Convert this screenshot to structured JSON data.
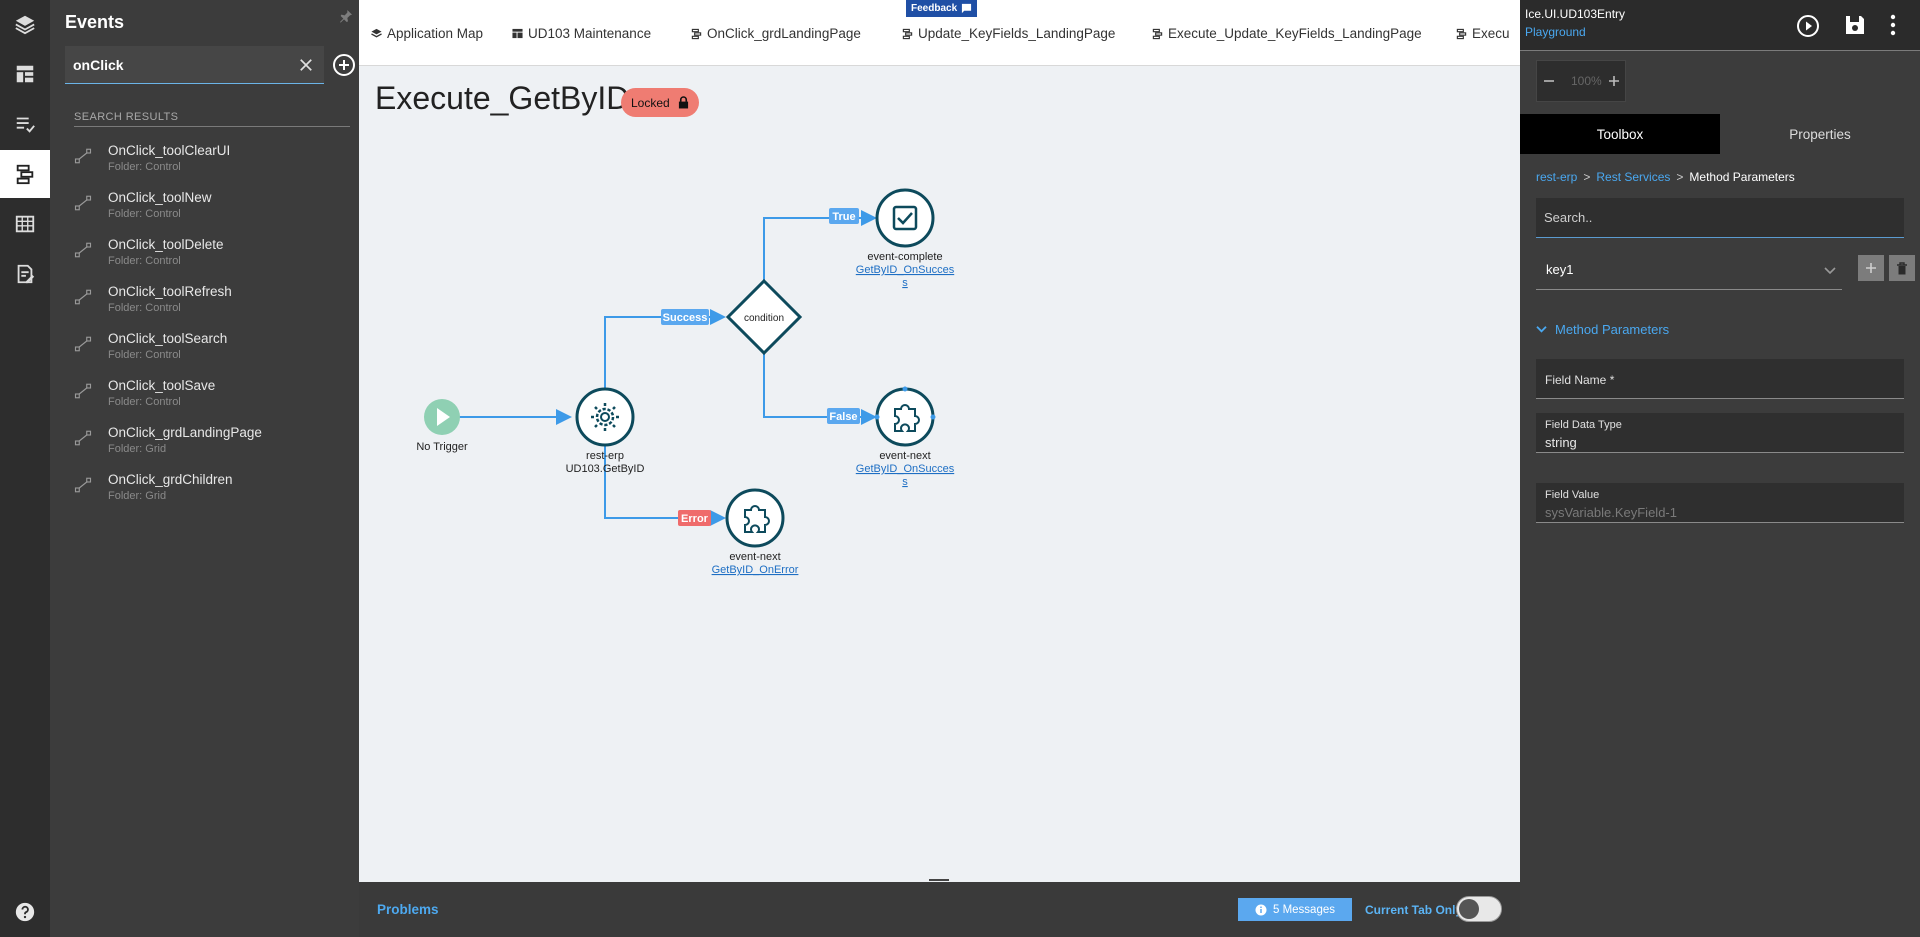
{
  "left_panel": {
    "title": "Events",
    "search_value": "onClick",
    "section_label": "SEARCH RESULTS",
    "results": [
      {
        "name": "OnClick_toolClearUI",
        "folder": "Folder: Control"
      },
      {
        "name": "OnClick_toolNew",
        "folder": "Folder: Control"
      },
      {
        "name": "OnClick_toolDelete",
        "folder": "Folder: Control"
      },
      {
        "name": "OnClick_toolRefresh",
        "folder": "Folder: Control"
      },
      {
        "name": "OnClick_toolSearch",
        "folder": "Folder: Control"
      },
      {
        "name": "OnClick_toolSave",
        "folder": "Folder: Control"
      },
      {
        "name": "OnClick_grdLandingPage",
        "folder": "Folder: Grid"
      },
      {
        "name": "OnClick_grdChildren",
        "folder": "Folder: Grid"
      }
    ]
  },
  "rail": {
    "icons": [
      "layers-icon",
      "layout-icon",
      "list-check-icon",
      "events-icon",
      "table-icon",
      "document-edit-icon"
    ],
    "active": "events-icon",
    "help_icon": "help-icon"
  },
  "tabs": [
    {
      "label": "Application Map",
      "icon": "layers-icon"
    },
    {
      "label": "UD103 Maintenance",
      "icon": "layout-icon"
    },
    {
      "label": "OnClick_grdLandingPage",
      "icon": "events-icon"
    },
    {
      "label": "Update_KeyFields_LandingPage",
      "icon": "events-icon"
    },
    {
      "label": "Execute_Update_KeyFields_LandingPage",
      "icon": "events-icon"
    },
    {
      "label": "Execu",
      "icon": "events-icon"
    }
  ],
  "feedback_label": "Feedback",
  "canvas": {
    "title": "Execute_GetByID",
    "locked_label": "Locked",
    "nodes": {
      "trigger": {
        "label": "No Trigger"
      },
      "rest": {
        "label": "rest-erp",
        "sublabel": "UD103.GetByID"
      },
      "condition": {
        "label": "condition"
      },
      "complete": {
        "label": "event-complete",
        "link1": "GetByID_OnSucces",
        "link2": "s"
      },
      "next_success": {
        "label": "event-next",
        "link1": "GetByID_OnSucces",
        "link2": "s"
      },
      "next_error": {
        "label": "event-next",
        "link1": "GetByID_OnError"
      }
    },
    "edges": {
      "success": "Success",
      "error": "Error",
      "true": "True",
      "false": "False"
    },
    "colors": {
      "node": "#0d4a5c",
      "edge": "#3d9ae8",
      "success_badge": "#5ba8ef",
      "error_badge": "#ef6b6b",
      "trigger": "#8fd0b3",
      "link": "#1e6fc4"
    }
  },
  "bottom": {
    "problems_label": "Problems",
    "messages_label": "5 Messages",
    "current_tab_label": "Current Tab Only",
    "current_tab_on": false
  },
  "right_panel": {
    "app_name": "Ice.UI.UD103Entry",
    "env": "Playground",
    "zoom": "100%",
    "tabs": [
      {
        "label": "Toolbox",
        "active": true
      },
      {
        "label": "Properties",
        "active": false
      }
    ],
    "breadcrumb": {
      "item1": "rest-erp",
      "item2": "Rest Services",
      "current": "Method Parameters"
    },
    "search_placeholder": "Search..",
    "selected_key": "key1",
    "section_title": "Method Parameters",
    "fields": {
      "field_name_label": "Field Name *",
      "data_type_label": "Field Data Type",
      "data_type_value": "string",
      "value_label": "Field Value",
      "value_placeholder": "sysVariable.KeyField-1"
    }
  }
}
